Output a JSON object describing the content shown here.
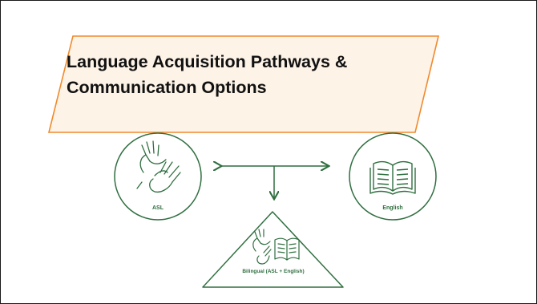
{
  "slide": {
    "title_line1": "Language Acquisition Pathways &",
    "title_line2": "Communication Options"
  },
  "diagram": {
    "nodes": {
      "asl": {
        "label": "ASL",
        "icon": "hands-icon",
        "shape": "circle"
      },
      "english": {
        "label": "English",
        "icon": "open-book-icon",
        "shape": "circle"
      },
      "bilingual": {
        "label": "Bilingual (ASL + English)",
        "icon": "hands-and-book-icon",
        "shape": "triangle"
      }
    },
    "edges": [
      {
        "from": "asl",
        "to": "english",
        "type": "double-arrow"
      },
      {
        "from": "horizontal-arrow",
        "to": "bilingual",
        "type": "arrow"
      }
    ]
  },
  "colors": {
    "accent_orange": "#f08a2e",
    "banner_fill": "#fdf3e7",
    "diagram_green": "#2f6e3f",
    "border": "#1a1a1a"
  }
}
